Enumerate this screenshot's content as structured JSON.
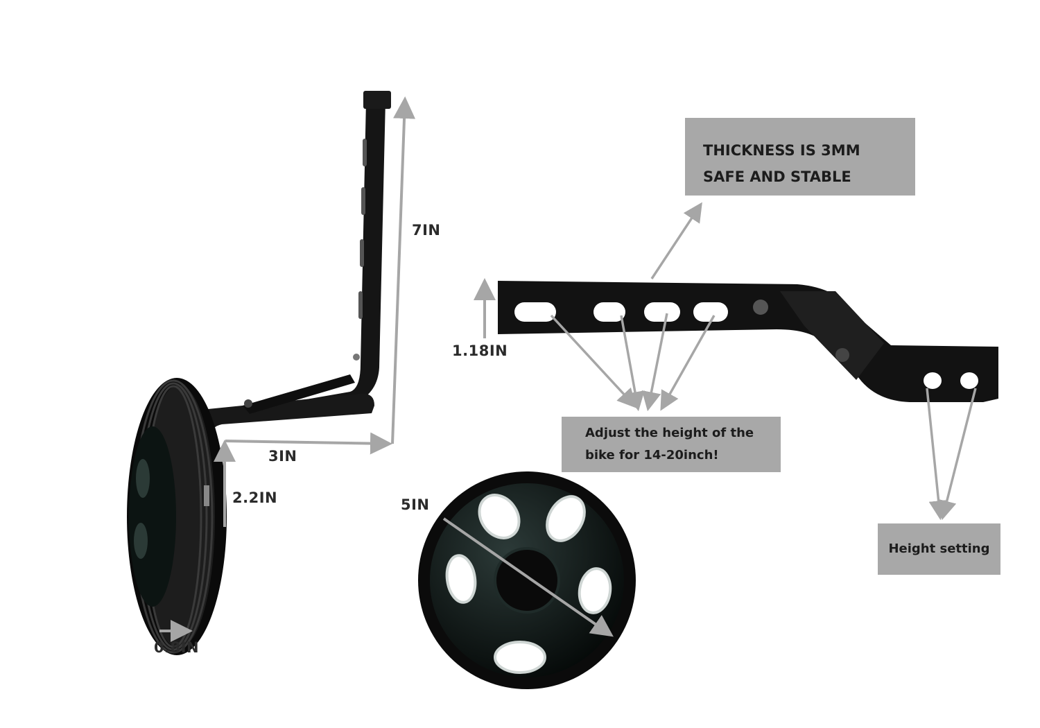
{
  "dimensions": {
    "arm_height": "7IN",
    "arm_depth": "3IN",
    "axle_height": "2.2IN",
    "wheel_width": "0.8IN",
    "wheel_diameter": "5IN",
    "bracket_height": "1.18IN"
  },
  "callouts": {
    "thickness": {
      "line1": "THICKNESS IS 3MM",
      "line2": "SAFE AND STABLE"
    },
    "adjust": {
      "line1": "Adjust the height of the",
      "line2": "bike for 14-20inch!"
    },
    "height_setting": "Height setting"
  },
  "colors": {
    "callout_bg": "#a8a8a8",
    "arrow": "#a6a6a6",
    "metal": "#141414",
    "background": "#ffffff"
  }
}
